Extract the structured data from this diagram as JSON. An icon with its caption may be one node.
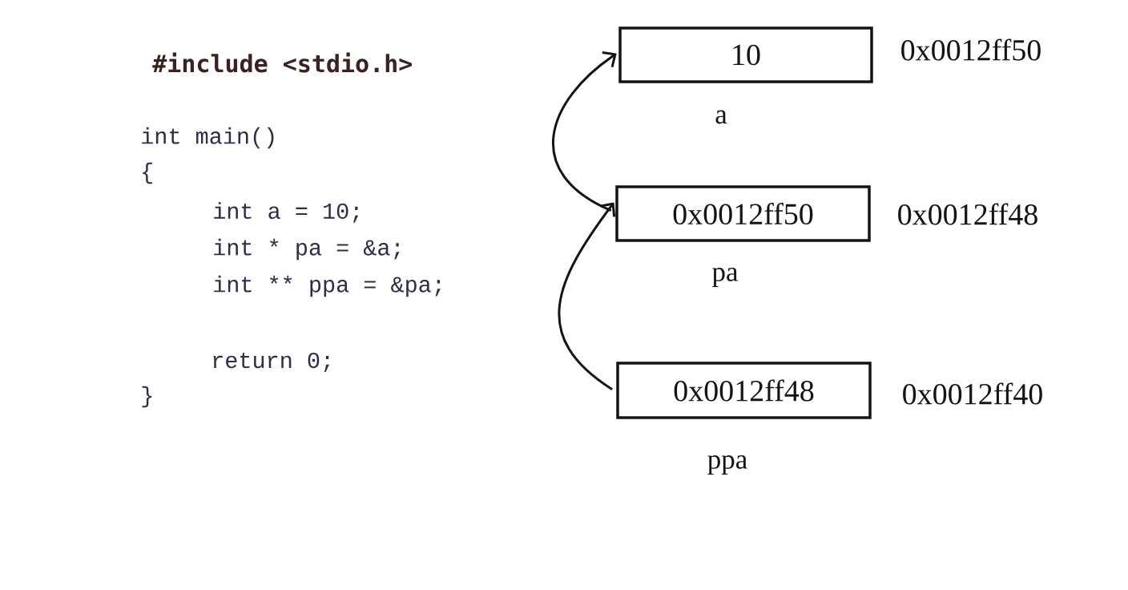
{
  "diagram": {
    "nodes": [
      {
        "text": [
          "10"
        ],
        "beside": [
          "0x0012ff50",
          "a"
        ]
      },
      {
        "text": [
          "0x0012ff50"
        ],
        "beside": [
          "0x0012ff48",
          "pa"
        ]
      },
      {
        "text": [
          "0x0012ff48"
        ],
        "beside": [
          "0x0012ff40",
          "ppa"
        ]
      }
    ],
    "edges": [
      {
        "from": 1,
        "to": 0,
        "arrow": "to"
      },
      {
        "from": 2,
        "to": 1,
        "arrow": "to"
      }
    ],
    "labels": [
      "#include <stdio.h>",
      "int main()",
      "{",
      "int a = 10;",
      "int * pa = &a;",
      "int ** ppa = &pa;",
      "return 0;",
      "}"
    ]
  }
}
